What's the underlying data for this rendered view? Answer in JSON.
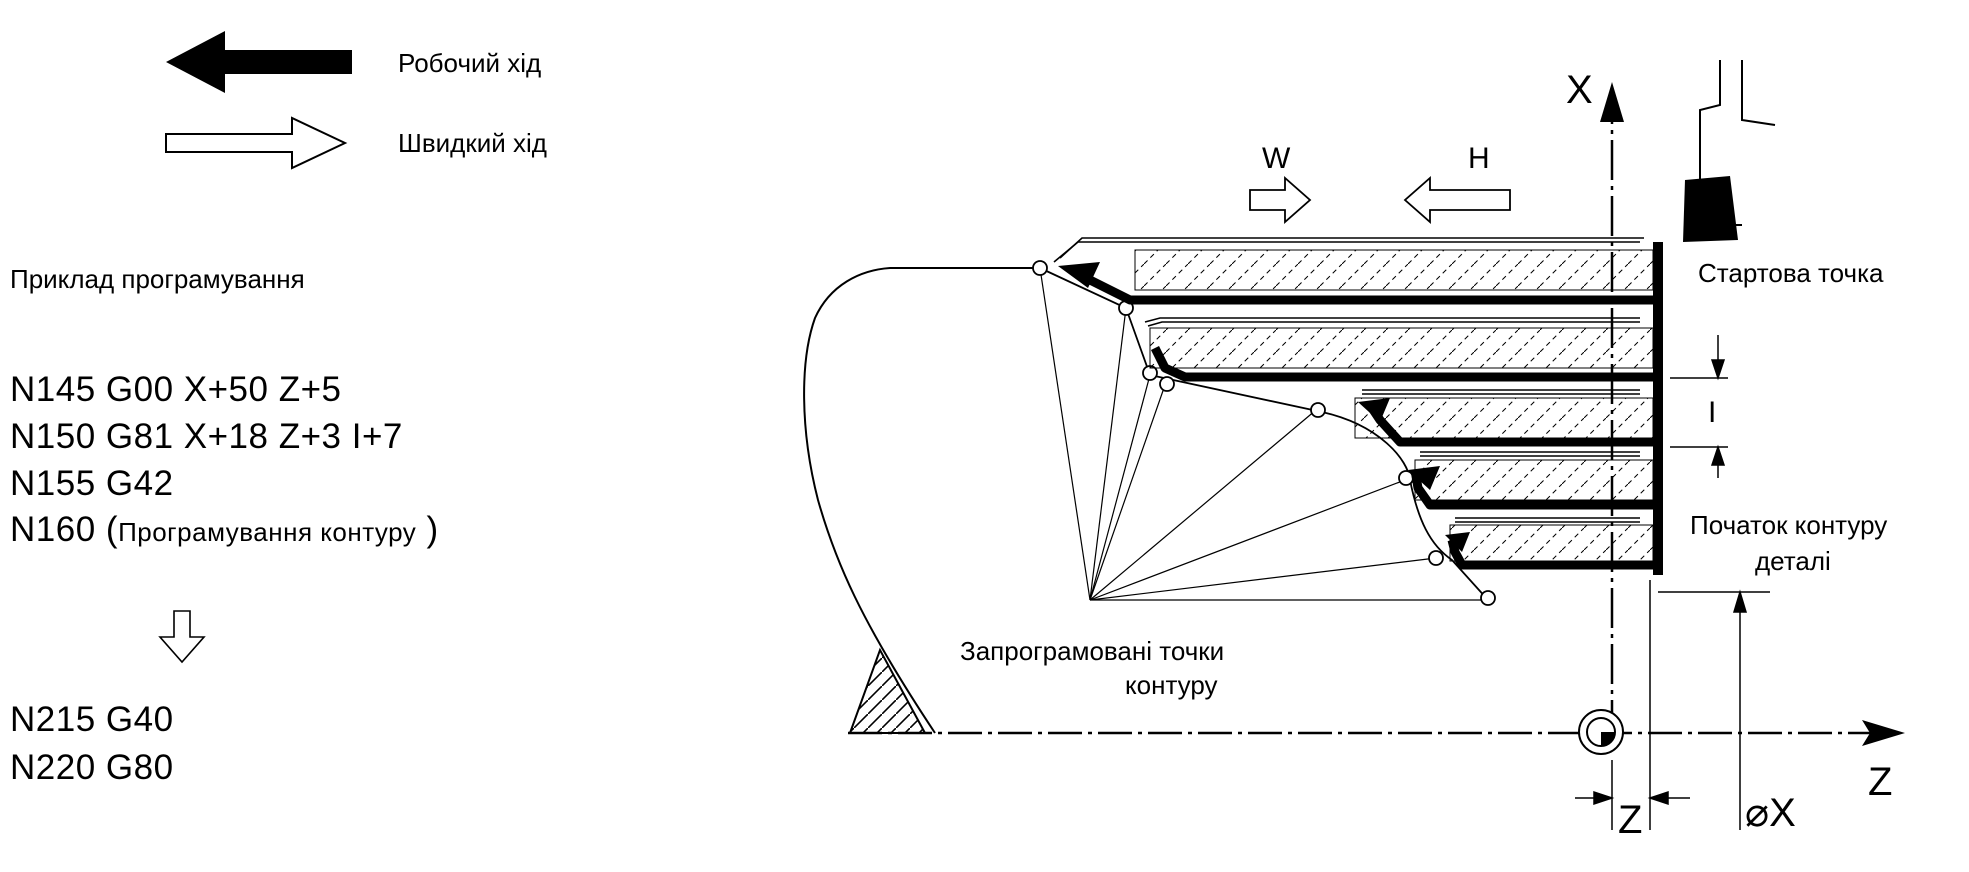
{
  "legend": {
    "working_label": "Робочий хід",
    "rapid_label": "Швидкий хід"
  },
  "example": {
    "title": "Приклад програмування",
    "lines": [
      "N145 G00 X+50 Z+5",
      "N150 G81 X+18 Z+3 I+7",
      "N155 G42",
      "N160"
    ],
    "contour_note": "Програмування контуру",
    "paren_open": "(",
    "paren_close": ")",
    "lines_after": [
      "N215 G40",
      "N220 G80"
    ]
  },
  "diagram": {
    "start_point": "Стартова точка",
    "contour_start_line1": "Початок контуру",
    "contour_start_line2": "деталі",
    "programmed_points_line1": "Запрограмовані точки",
    "programmed_points_line2": "контуру",
    "axis_x": "X",
    "axis_z": "Z",
    "dim_z": "Z",
    "dim_diam_x": "⌀X",
    "dim_i": "I",
    "dir_w": "W",
    "dir_h": "H"
  },
  "colors": {
    "ink": "#000000",
    "paper": "#ffffff"
  }
}
